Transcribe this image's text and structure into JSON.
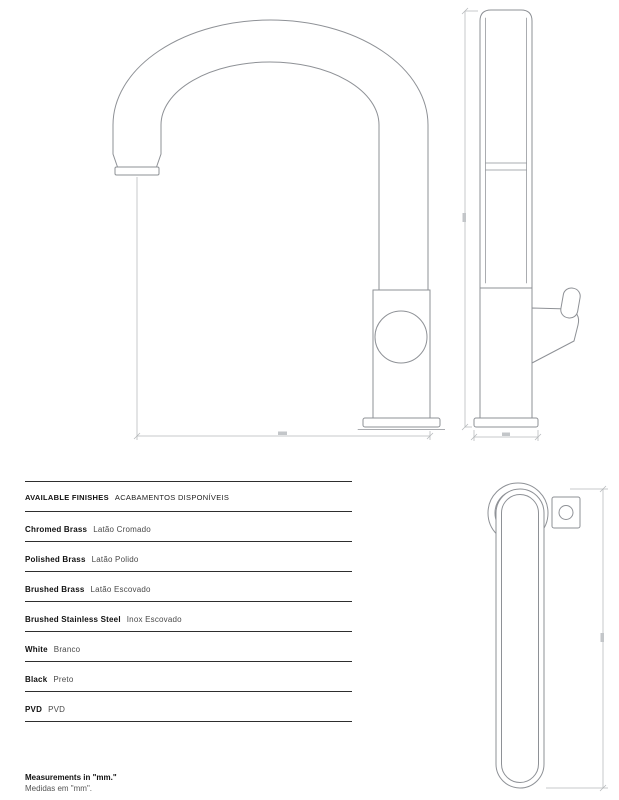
{
  "document": {
    "finishes": {
      "title_en": "AVAILABLE FINISHES",
      "title_pt": "ACABAMENTOS DISPONÍVEIS",
      "rows": [
        {
          "en": "Chromed Brass",
          "pt": "Latão Cromado"
        },
        {
          "en": "Polished Brass",
          "pt": "Latão Polido"
        },
        {
          "en": "Brushed Brass",
          "pt": "Latão Escovado"
        },
        {
          "en": "Brushed Stainless Steel",
          "pt": "Inox Escovado"
        },
        {
          "en": "White",
          "pt": "Branco"
        },
        {
          "en": "Black",
          "pt": "Preto"
        },
        {
          "en": "PVD",
          "pt": "PVD"
        }
      ]
    },
    "footer": {
      "en": "Measurements in \"mm.\"",
      "pt": "Medidas em \"mm\"."
    },
    "colors": {
      "drawing_line": "#8e9196",
      "dimension_line": "#b4b7ba",
      "rule": "#2e2e2e",
      "text": "#111111"
    }
  }
}
